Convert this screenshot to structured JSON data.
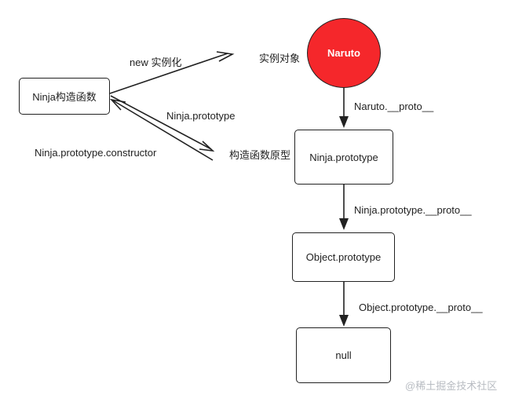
{
  "nodes": {
    "ninja_constructor": "Ninja构造函数",
    "naruto": "Naruto",
    "ninja_prototype": "Ninja.prototype",
    "object_prototype": "Object.prototype",
    "null_node": "null"
  },
  "edges": {
    "new_instance": "new 实例化",
    "instance_object": "实例对象",
    "ninja_prototype_link": "Ninja.prototype",
    "constructor_link": "Ninja.prototype.constructor",
    "constructor_prototype": "构造函数原型",
    "naruto_proto": "Naruto.__proto__",
    "ninja_prototype_proto": "Ninja.prototype.__proto__",
    "object_prototype_proto": "Object.prototype.__proto__"
  },
  "watermark": "@稀土掘金技术社区",
  "colors": {
    "instance_fill": "#f5272b",
    "stroke": "#222222"
  }
}
